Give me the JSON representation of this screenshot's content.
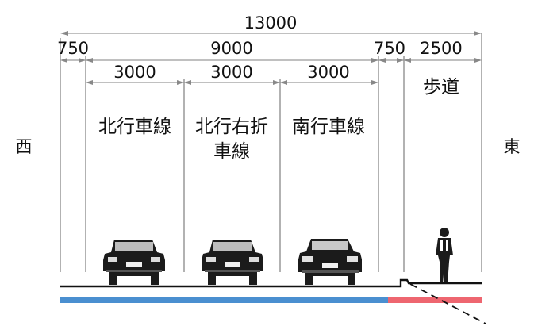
{
  "dimensions": {
    "total": "13000",
    "left_shoulder": "750",
    "carriageway": "9000",
    "right_shoulder": "750",
    "sidewalk": "2500",
    "lane_1": "3000",
    "lane_2": "3000",
    "lane_3": "3000"
  },
  "lanes": {
    "northbound": "北行車線",
    "right_turn_line1": "北行右折",
    "right_turn_line2": "車線",
    "southbound": "南行車線",
    "sidewalk": "歩道"
  },
  "directions": {
    "west": "西",
    "east": "東"
  },
  "colors": {
    "roadway_bar": "#4a8fd0",
    "sidewalk_bar": "#ee6670"
  }
}
